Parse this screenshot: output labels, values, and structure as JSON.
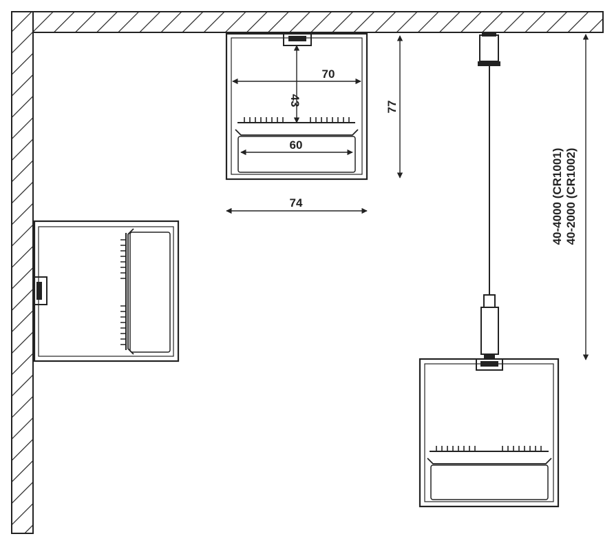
{
  "dimensions": {
    "inner_width": "70",
    "inner_height": "43",
    "total_height": "77",
    "diffuser_width": "60",
    "total_width": "74",
    "suspension_length_1": "40-4000 (CR1001)",
    "suspension_length_2": "40-2000 (CR1002)"
  }
}
